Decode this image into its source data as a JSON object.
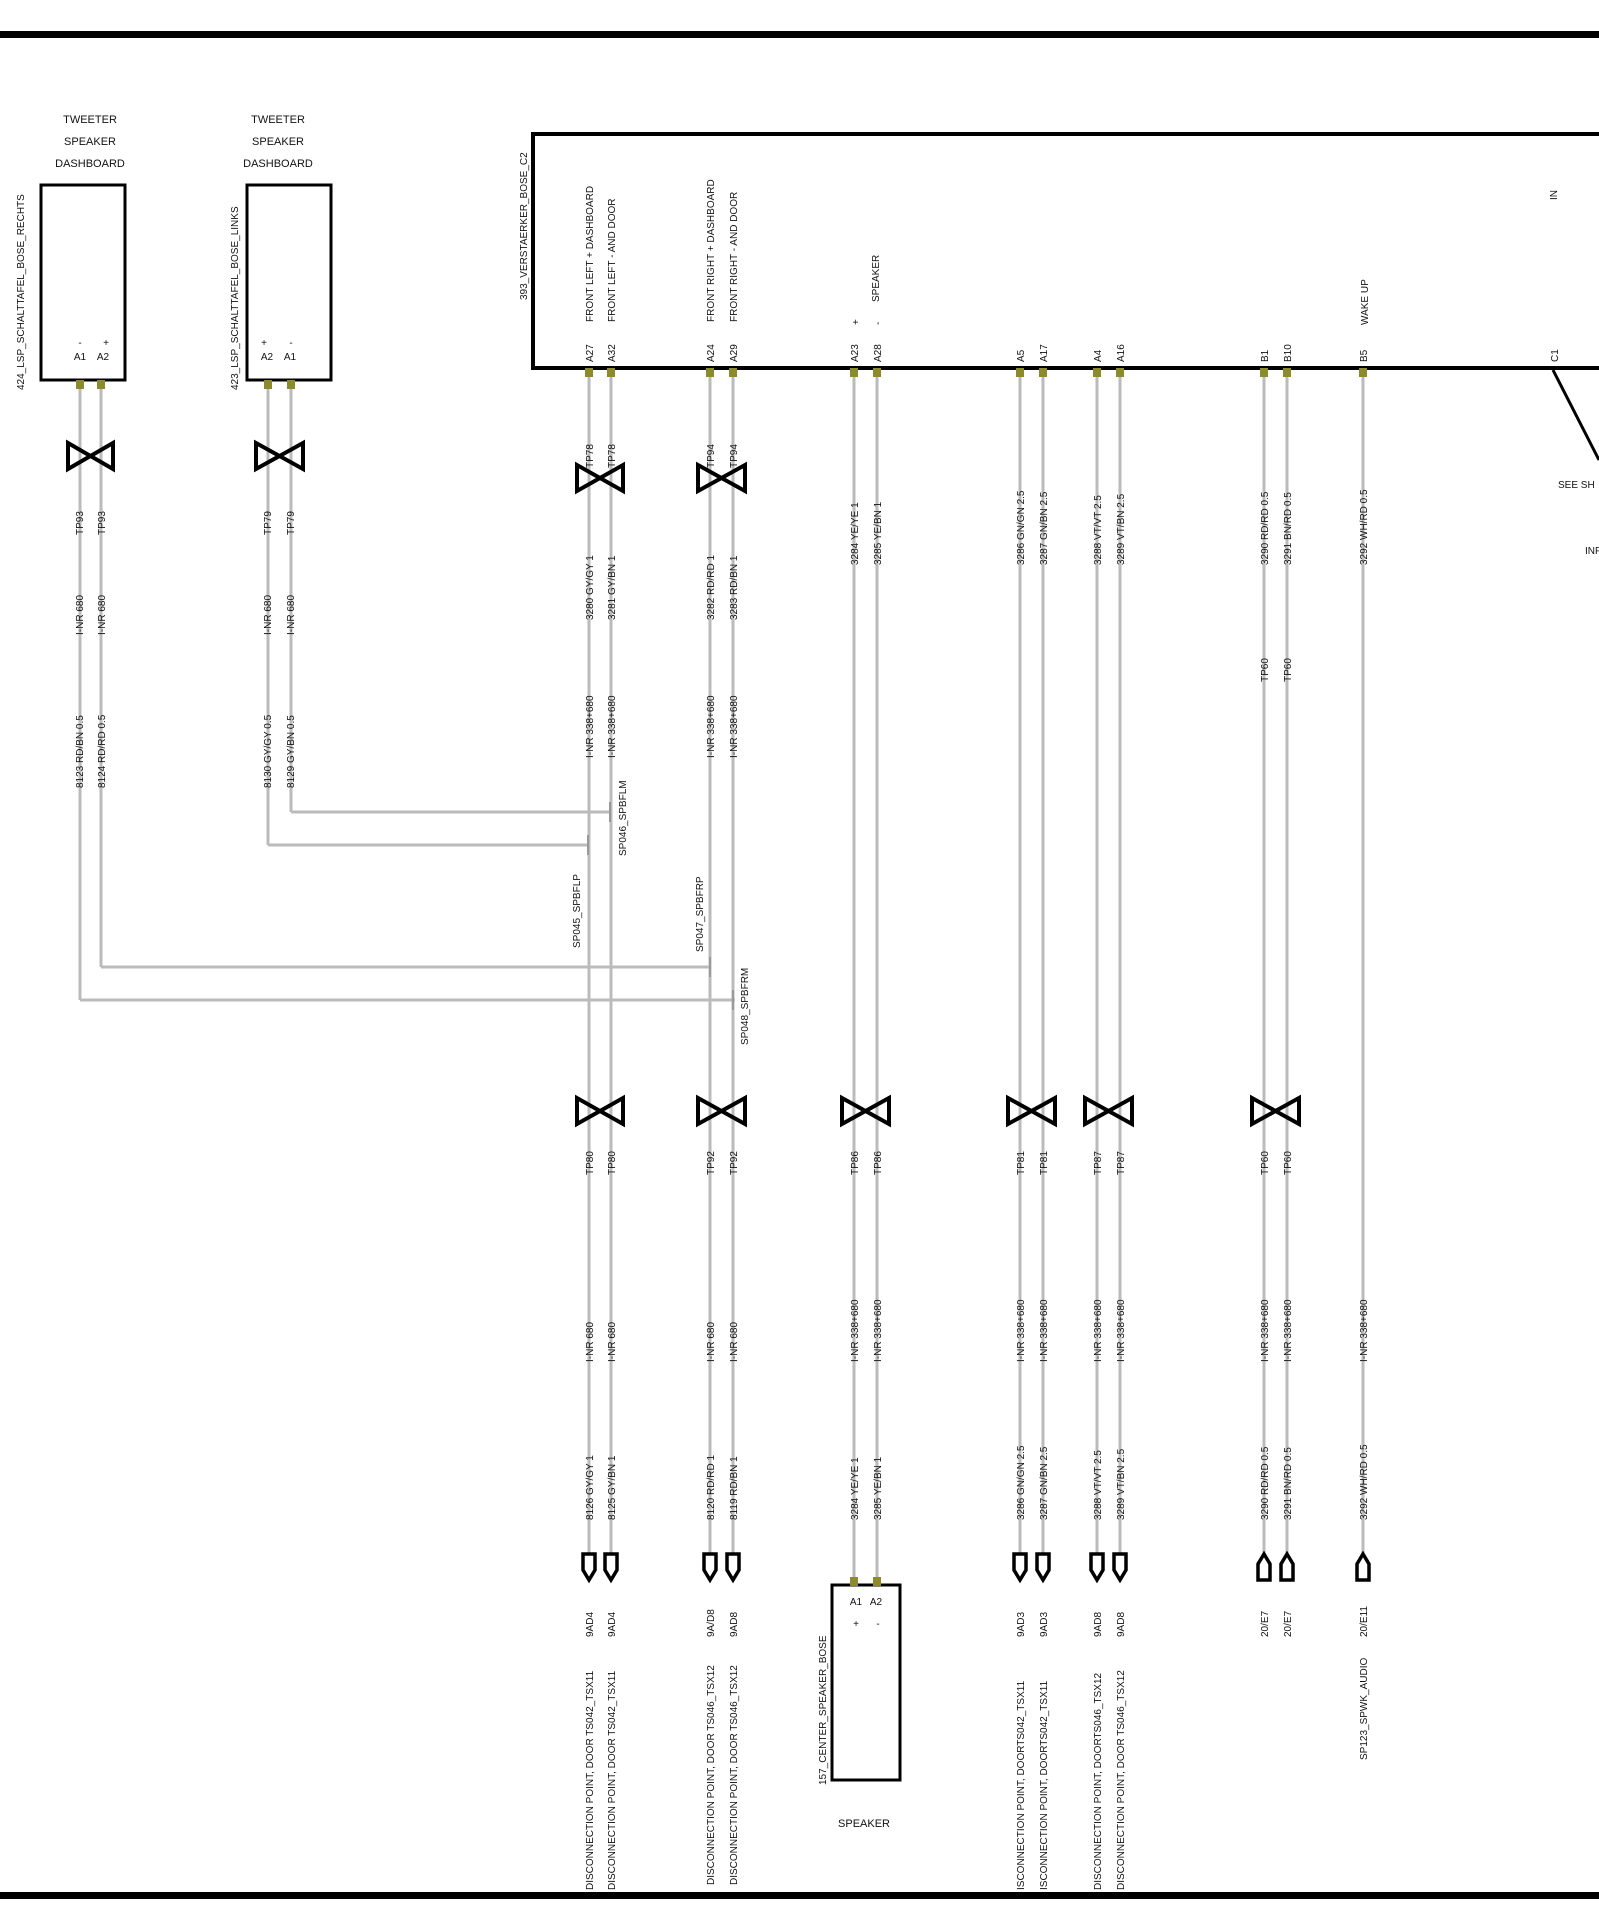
{
  "components": {
    "tweeter_right": {
      "title_lines": [
        "TWEETER",
        "SPEAKER",
        "DASHBOARD"
      ],
      "name": "424_LSP_SCHALTTAFEL_BOSE_RECHTS",
      "pin_signs": [
        "-",
        "+"
      ],
      "pins": [
        "A1",
        "A2"
      ]
    },
    "tweeter_left": {
      "title_lines": [
        "TWEETER",
        "SPEAKER",
        "DASHBOARD"
      ],
      "name": "423_LSP_SCHALTTAFEL_BOSE_LINKS",
      "pin_signs": [
        "+",
        "-"
      ],
      "pins": [
        "A2",
        "A1"
      ]
    },
    "amplifier": {
      "name": "393_VERSTAERKER_BOSE_C2",
      "groups": [
        [
          "FRONT LEFT + DASHBOARD",
          "FRONT LEFT - AND DOOR"
        ],
        [
          "FRONT RIGHT + DASHBOARD",
          "FRONT RIGHT - AND DOOR"
        ],
        [
          "+",
          "-"
        ],
        [
          "SPEAKER"
        ],
        [
          "WAKE UP"
        ],
        [
          "IN"
        ]
      ],
      "pins": [
        "A27",
        "A32",
        "A24",
        "A29",
        "A23",
        "A28",
        "A5",
        "A17",
        "A4",
        "A16",
        "B1",
        "B10",
        "B5",
        "C1"
      ],
      "see_text": "SEE SH",
      "inf_text": "INF"
    },
    "center_speaker": {
      "name": "157_CENTER_SPEAKER_BOSE",
      "pins": [
        "A1",
        "A2"
      ],
      "pin_signs": [
        "+",
        "-"
      ],
      "caption": "SPEAKER"
    }
  },
  "connectors_top": [
    {
      "left": "TP93",
      "right": "TP93"
    },
    {
      "left": "TP79",
      "right": "TP79"
    },
    {
      "left": "TP78",
      "right": "TP78"
    },
    {
      "left": "TP94",
      "right": "TP94"
    }
  ],
  "wires": {
    "tweeter_right": [
      {
        "a": "I-NR 680",
        "b": "8123 RD/BN 0.5"
      },
      {
        "a": "I-NR 680",
        "b": "8124 RD/RD 0.5"
      }
    ],
    "tweeter_left": [
      {
        "a": "I-NR 680",
        "b": "8130 GY/GY 0.5"
      },
      {
        "a": "I-NR 680",
        "b": "8129 GY/BN 0.5"
      }
    ],
    "amp_top": [
      "3280 GY/GY 1",
      "3281 GY/BN 1",
      "3282 RD/RD 1",
      "3283 RD/BN 1",
      "3284 YE/YE 1",
      "3285 YE/BN 1",
      "3286 GN/GN 2.5",
      "3287 GN/BN 2.5",
      "3288 VT/VT 2.5",
      "3289 VT/BN 2.5",
      "3290 RD/RD 0.5",
      "3291 BN/RD 0.5",
      "3292 WH/RD 0.5"
    ],
    "amp_insulation": [
      "I-NR 338+680",
      "I-NR 338+680",
      "I-NR 338+680",
      "I-NR 338+680"
    ],
    "tp60": [
      "TP60",
      "TP60"
    ]
  },
  "splices": {
    "sp045": "SP045_SPBFLP",
    "sp046": "SP046_SPBFLM",
    "sp047": "SP047_SPBFRP",
    "sp048": "SP048_SPBFRM"
  },
  "connectors_bottom": [
    "TP80",
    "TP80",
    "TP92",
    "TP92",
    "TP86",
    "TP86",
    "TP81",
    "TP81",
    "TP87",
    "TP87",
    "TP60",
    "TP60"
  ],
  "bottom_insulation": [
    "I-NR 680",
    "I-NR 680",
    "I-NR 680",
    "I-NR 680",
    "I-NR 338+680",
    "I-NR 338+680",
    "I-NR 338+680",
    "I-NR 338+680",
    "I-NR 338+680",
    "I-NR 338+680",
    "I-NR 338+680",
    "I-NR 338+680",
    "I-NR 338+680"
  ],
  "bottom_wires": [
    "8126 GY/GY 1",
    "8125 GY/BN 1",
    "8120 RD/RD 1",
    "8119 RD/BN 1",
    "3284 YE/YE 1",
    "3285 YE/BN 1",
    "3286 GN/GN 2.5",
    "3287 GN/BN 2.5",
    "3288 VT/VT 2.5",
    "3289 VT/BN 2.5",
    "3290 RD/RD 0.5",
    "3291 BN/RD 0.5",
    "3292 WH/RD 0.5"
  ],
  "references": [
    "9AD4",
    "9AD4",
    "9A/D8",
    "9AD8",
    "9AD3",
    "9AD3",
    "9AD8",
    "9AD8",
    "20/E7",
    "20/E7",
    "20/E11"
  ],
  "destinations": [
    "DISCONNECTION POINT, DOOR  TS042_TSX11",
    "DISCONNECTION POINT, DOOR  TS042_TSX11",
    "DISCONNECTION POINT, DOOR TS046_TSX12",
    "DISCONNECTION POINT, DOOR TS046_TSX12",
    "ISCONNECTION POINT, DOORTS042_TSX11",
    "ISCONNECTION POINT, DOORTS042_TSX11",
    "DISCONNECTION POINT, DOORTS046_TSX12",
    "DISCONNECTION POINT, DOOR TS046_TSX12",
    "SP123_SPWK_AUDIO"
  ]
}
